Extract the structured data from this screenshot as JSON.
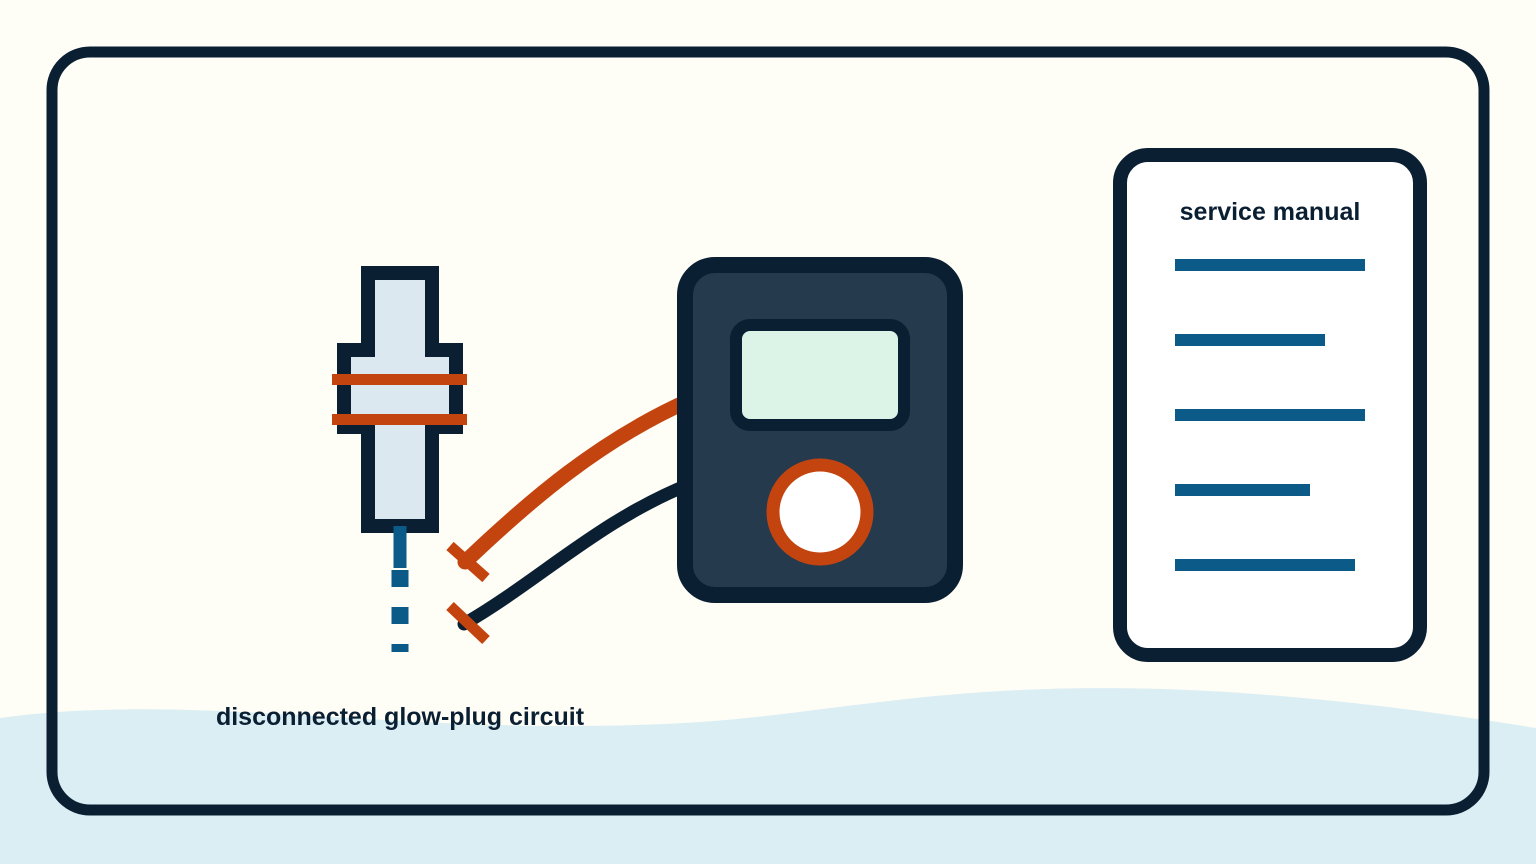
{
  "circuit_label": "disconnected glow-plug circuit",
  "manual": {
    "title": "service manual",
    "line_count": 5
  },
  "icons": [
    "glow-plug-icon",
    "multimeter-icon",
    "test-lead-icon",
    "service-manual-icon"
  ],
  "colors": {
    "background": "#fefdf6",
    "ink": "#0b1f33",
    "accent": "#c4440f",
    "meter_body": "#263a4d",
    "meter_screen": "#dcf4e8",
    "plug_body": "#dce8ef",
    "manual_lines": "#0b5a87",
    "wave": "#dbeef3"
  }
}
